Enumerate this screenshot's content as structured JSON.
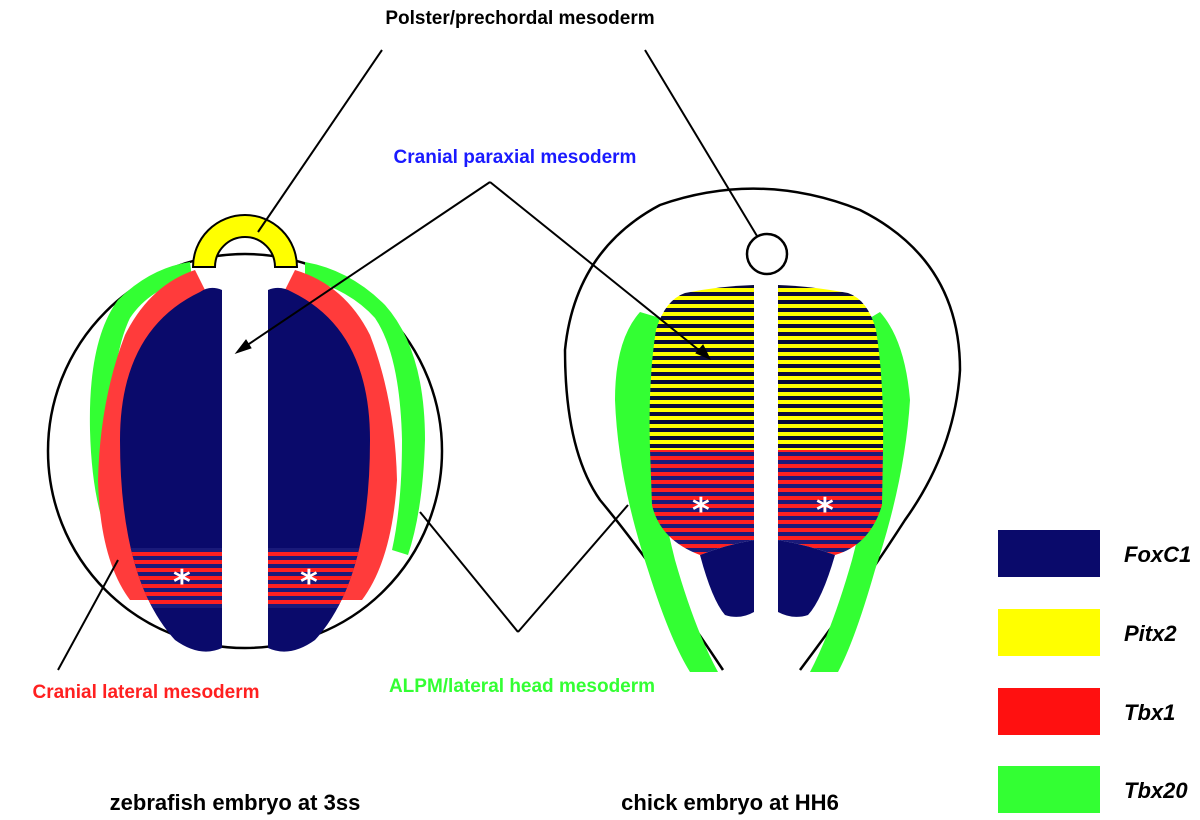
{
  "labels": {
    "polster": "Polster/prechordal mesoderm",
    "cranial_paraxial": "Cranial paraxial mesoderm",
    "cranial_lateral": "Cranial lateral mesoderm",
    "alpm": "ALPM/lateral head mesoderm",
    "asterisk": "*"
  },
  "captions": {
    "zebrafish": "zebrafish embryo at 3ss",
    "chick": "chick embryo at HH6"
  },
  "legend": [
    {
      "gene": "FoxC1",
      "color": "#0a0a6b"
    },
    {
      "gene": "Pitx2",
      "color": "#ffff00"
    },
    {
      "gene": "Tbx1",
      "color": "#ff1010"
    },
    {
      "gene": "Tbx20",
      "color": "#33ff33"
    }
  ],
  "colors": {
    "foxc1": "#0a0a6b",
    "pitx2": "#ffff00",
    "tbx1": "#ff3b3b",
    "tbx1_stripe": "#ff2020",
    "tbx20": "#33ff33",
    "cranial_paraxial_label": "#1a1aff",
    "cranial_lateral_label": "#ff2020",
    "alpm_label": "#33ff33"
  }
}
